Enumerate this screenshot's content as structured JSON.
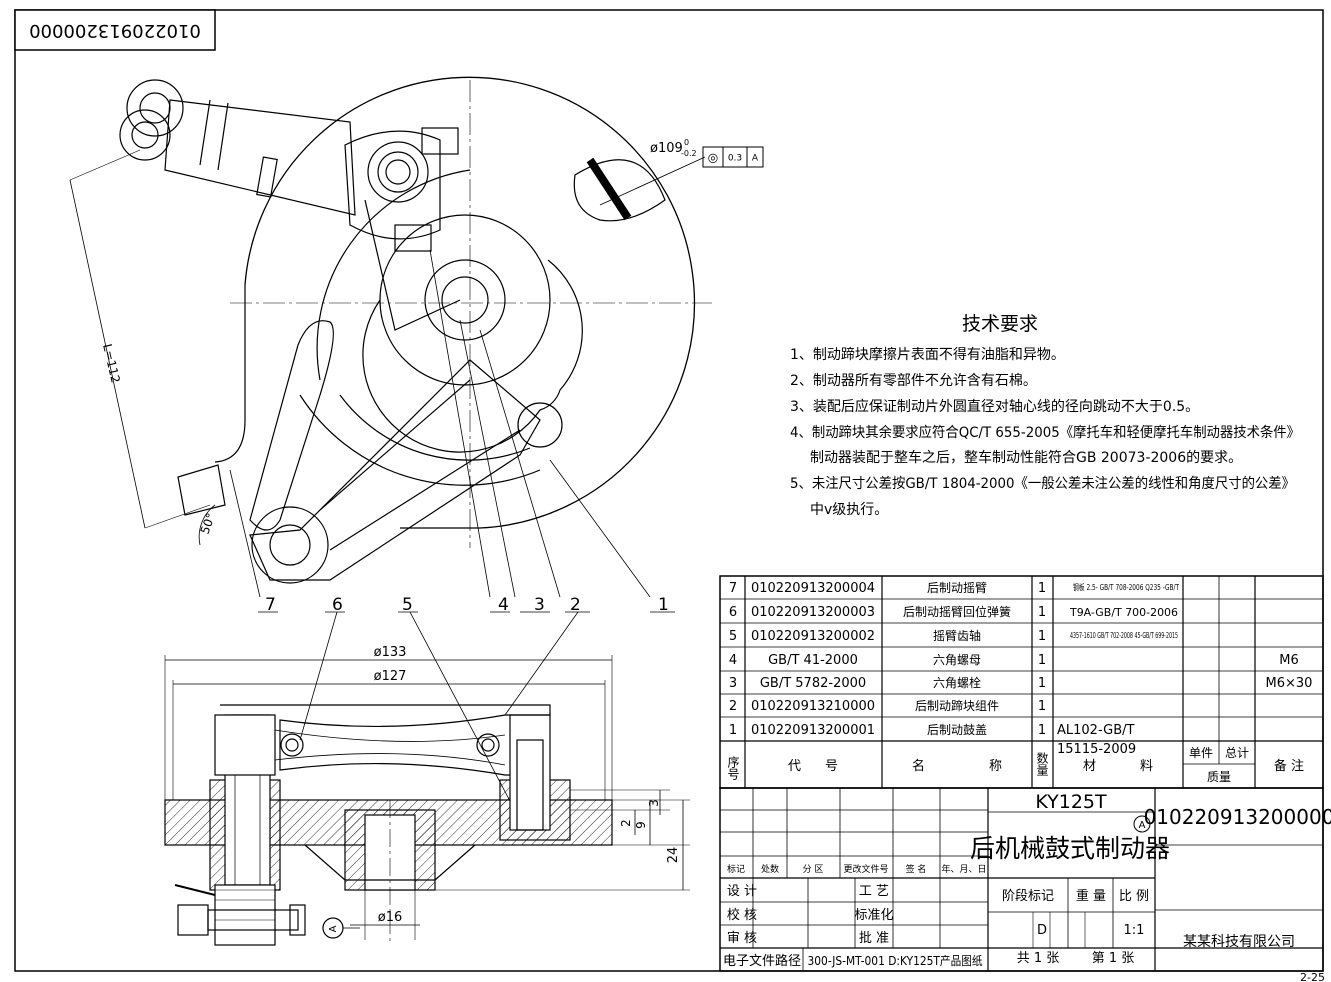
{
  "drawing_number_rotated": "010220913200000",
  "tech_requirements": {
    "title": "技术要求",
    "items": [
      "1、制动蹄块摩擦片表面不得有油脂和异物。",
      "2、制动器所有零部件不允许含有石棉。",
      "3、装配后应保证制动片外圆直径对轴心线的径向跳动不大于0.5。",
      "4、制动蹄块其余要求应符合QC/T 655-2005《摩托车和轻便摩托车制动器技术条件》",
      "    制动器装配于整车之后，整车制动性能符合GB 20073-2006的要求。",
      "5、未注尺寸公差按GB/T 1804-2000《一般公差未注公差的线性和角度尺寸的公差》",
      "    中v级执行。"
    ]
  },
  "callouts_top": [
    "7",
    "4",
    "3",
    "2",
    "1"
  ],
  "callouts_bottom": [
    "6",
    "5"
  ],
  "dims": {
    "d109": "ø109",
    "d109_tol_up": "0",
    "d109_tol_low": "-0.2",
    "runout_sym": "◎",
    "runout_val": "0.3",
    "runout_ref": "A",
    "len112": "L=112",
    "angle50": "50°",
    "d133": "ø133",
    "d127": "ø127",
    "d16": "ø16",
    "h24": "24",
    "h9": "9",
    "h3": "3",
    "h2": "2",
    "datum": "A"
  },
  "bom": [
    {
      "no": "7",
      "code": "010220913200004",
      "name": "后制动摇臂",
      "qty": "1",
      "mat": "钢板 2.5- GB/T 708-2006 Q235 -GB/T",
      "note": ""
    },
    {
      "no": "6",
      "code": "010220913200003",
      "name": "后制动摇臂回位弹簧",
      "qty": "1",
      "mat": "T9A-GB/T 700-2006",
      "note": ""
    },
    {
      "no": "5",
      "code": "010220913200002",
      "name": "摇臂齿轴",
      "qty": "1",
      "mat": "4357-1610 GB/T 702-2008 45-GB/T 699-2015",
      "note": ""
    },
    {
      "no": "4",
      "code": "GB/T 41-2000",
      "name": "六角螺母",
      "qty": "1",
      "mat": "",
      "note": "M6"
    },
    {
      "no": "3",
      "code": "GB/T 5782-2000",
      "name": "六角螺栓",
      "qty": "1",
      "mat": "",
      "note": "M6×30"
    },
    {
      "no": "2",
      "code": "010220913210000",
      "name": "后制动蹄块组件",
      "qty": "1",
      "mat": "",
      "note": ""
    },
    {
      "no": "1",
      "code": "010220913200001",
      "name": "后制动鼓盖",
      "qty": "1",
      "mat": "AL102-GB/T",
      "note": ""
    }
  ],
  "bom_header": {
    "no": "序号",
    "code": "代 号",
    "name": "名 称",
    "qty": "数量",
    "mat_extra": "15115-2009",
    "mat": "材 料",
    "unit_wt": "单件",
    "total_wt": "总计",
    "mass": "质量",
    "note": "备 注"
  },
  "title_block": {
    "model": "KY125T",
    "title": "后机械鼓式制动器",
    "rev_mark": "A",
    "drawing_no": "010220913200000",
    "rev_cols": [
      "标记",
      "处数",
      "分 区",
      "更改文件号",
      "签 名",
      "年、月、日"
    ],
    "roles": [
      "设 计",
      "校 核",
      "审 核"
    ],
    "roles2": [
      "工 艺",
      "标准化",
      "批 准"
    ],
    "stage_label": "阶段标记",
    "weight_label": "重 量",
    "scale_label": "比 例",
    "stage_val": "D",
    "scale_val": "1:1",
    "sheets": "共 1 张",
    "sheet_no": "第 1 张",
    "company": "某某科技有限公司",
    "path_label": "电子文件路径",
    "path_val": "300-JS-MT-001 D:KY125T产品图纸",
    "corner": "2-25"
  }
}
